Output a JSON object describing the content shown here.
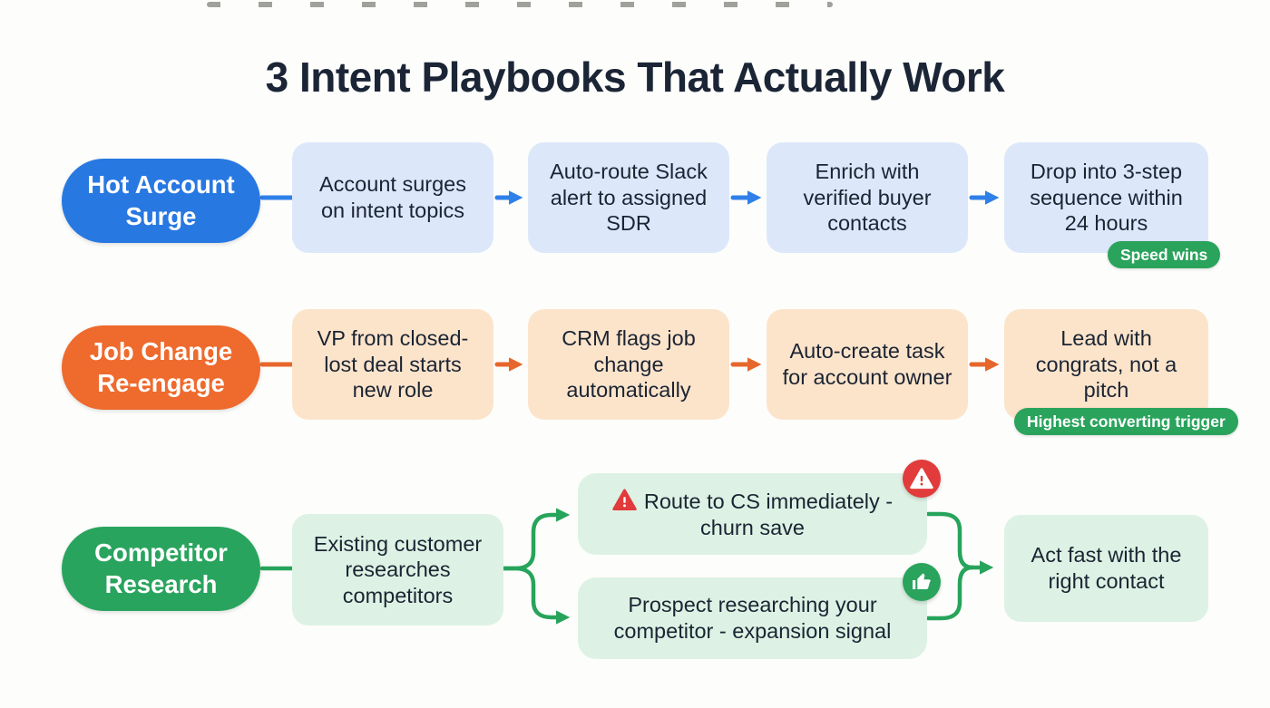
{
  "title": "3 Intent Playbooks That Actually Work",
  "playbooks": [
    {
      "id": "hot-account-surge",
      "label": "Hot Account Surge",
      "theme": {
        "pill": "#2878e2",
        "box": "#dce8fa",
        "arrow": "#2f80e8"
      },
      "steps": [
        "Account surges on intent topics",
        "Auto-route Slack alert to assigned SDR",
        "Enrich with verified buyer contacts",
        "Drop into 3-step sequence within 24 hours"
      ],
      "badge": {
        "label": "Speed wins",
        "color": "#2aa35c"
      }
    },
    {
      "id": "job-change-re-engage",
      "label": "Job Change Re-engage",
      "theme": {
        "pill": "#ee6a2d",
        "box": "#fce4cb",
        "arrow": "#e7662b"
      },
      "steps": [
        "VP from closed-lost deal starts new role",
        "CRM flags job change automatically",
        "Auto-create task for account owner",
        "Lead with congrats, not a pitch"
      ],
      "badge": {
        "label": "Highest converting trigger",
        "color": "#2aa35c"
      }
    },
    {
      "id": "competitor-research",
      "label": "Competitor Research",
      "theme": {
        "pill": "#29a45e",
        "box": "#ddf2e4",
        "arrow": "#27a45b"
      },
      "trigger": "Existing customer researches competitors",
      "branches": [
        {
          "label": "Route to CS immediately - churn save",
          "icon": "warning-icon",
          "icon_color": "#e13b3b"
        },
        {
          "label": "Prospect researching your competitor - expansion signal",
          "icon": "thumbs-up-icon",
          "icon_color": "#2aa35c"
        }
      ],
      "outcome": "Act fast with the right contact"
    }
  ]
}
